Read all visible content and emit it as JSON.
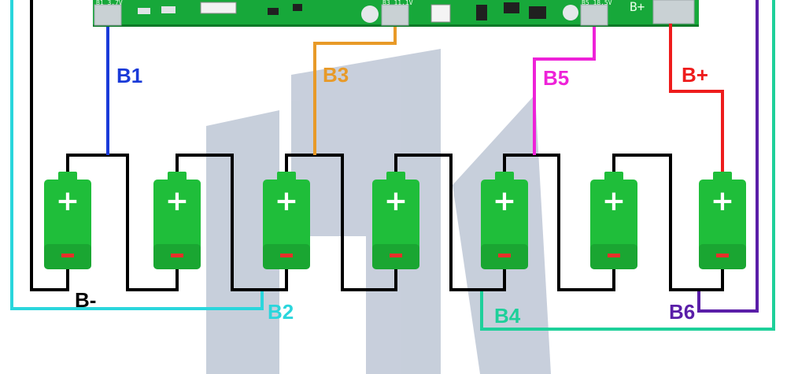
{
  "colors": {
    "board": "#17a83a",
    "cell": "#1fbe3a",
    "cell_dark": "#138a2a",
    "minus": "#e8302a",
    "wire_main": "#000000",
    "b1": "#1a3ad8",
    "b2": "#2ad6dc",
    "b3": "#e89a28",
    "b4": "#1ed09a",
    "b5": "#ee22d8",
    "b6": "#5a1ea8",
    "bplus": "#ee1c1c",
    "watermark": "#9aa8bf"
  },
  "board": {
    "pad_labels": [
      "B1 3.7V",
      "B3 11.1V",
      "B5 18.5V"
    ],
    "bplus_label": "B+"
  },
  "labels": {
    "b1": "B1",
    "b2": "B2",
    "b3": "B3",
    "b4": "B4",
    "b5": "B5",
    "b6": "B6",
    "bminus": "B-",
    "bplus": "B+"
  },
  "cells": {
    "count": 7,
    "plus": "+",
    "minus": "-"
  }
}
